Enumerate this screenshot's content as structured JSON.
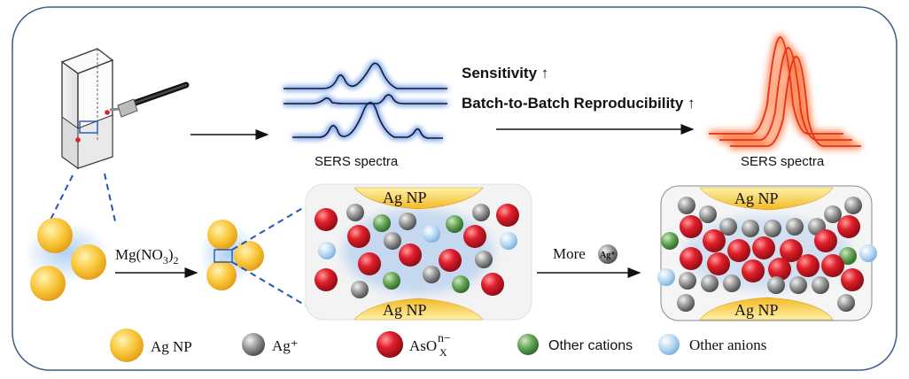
{
  "top": {
    "sensitivity": "Sensitivity ↑",
    "reproducibility": "Batch-to-Batch Reproducibility ↑",
    "spectra_left_label": "SERS spectra",
    "spectra_right_label": "SERS spectra"
  },
  "middle": {
    "reagent_base": "Mg(NO",
    "reagent_sub3": "3",
    "reagent_close": ")",
    "reagent_sub2": "2",
    "more_label": "More",
    "more_ion": "Ag⁺",
    "np_label": "Ag NP"
  },
  "legend": {
    "ag_np": "Ag NP",
    "ag_ion": "Ag⁺",
    "arsenate_base": "AsO",
    "arsenate_sub": "X",
    "arsenate_sup": "n−",
    "other_cations": "Other cations",
    "other_anions": "Other anions"
  },
  "colors": {
    "frame": "#3a5d8a",
    "gold": "#f7c440",
    "red": "#d6202a",
    "grey": "#8a8a8a",
    "green": "#5e9a4e",
    "lightblue": "#a9cfee",
    "glow_blue": "#4b7fe0",
    "glow_orange": "#ff6a2a"
  }
}
